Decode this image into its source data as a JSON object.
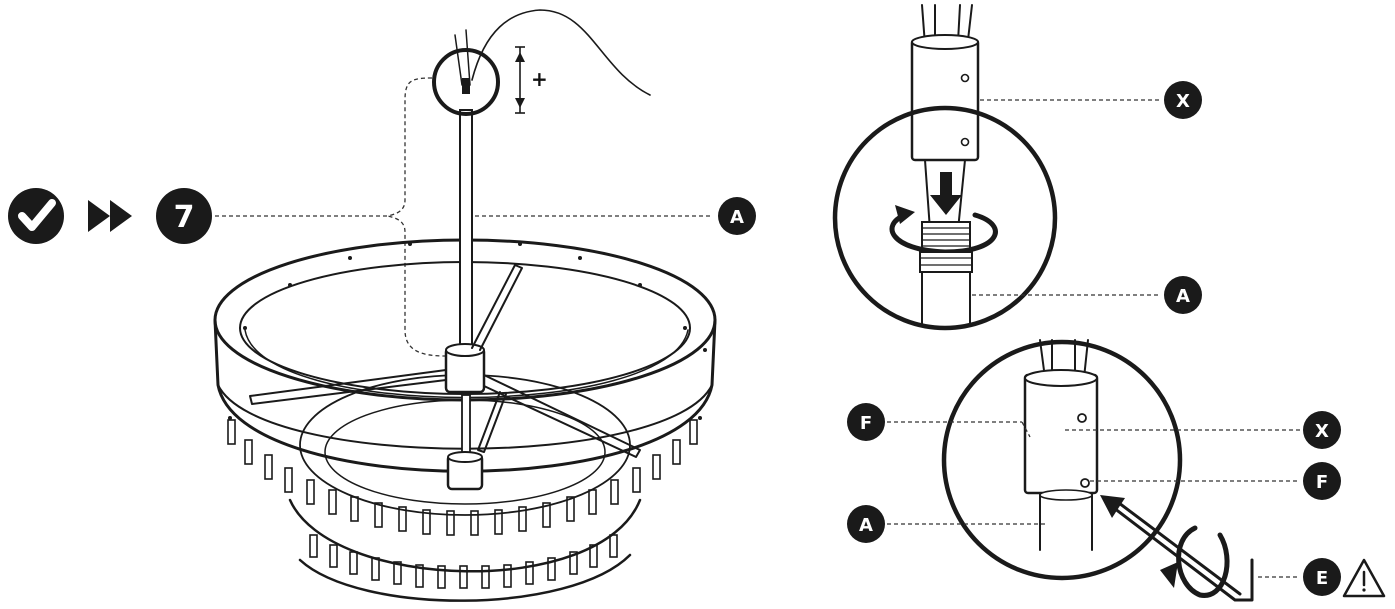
{
  "step": {
    "number": "7"
  },
  "height_adjust": {
    "symbol": "+"
  },
  "labels": {
    "main_rod": "A",
    "coupler": "X",
    "lower_rod": "A",
    "set_screw_left": "F",
    "coupler_detail": "X",
    "set_screw_right": "F",
    "rod_detail": "A",
    "allen_key": "E"
  },
  "colors": {
    "ink": "#1a1a1a",
    "badge": "#1a1a1a",
    "background": "#ffffff"
  }
}
